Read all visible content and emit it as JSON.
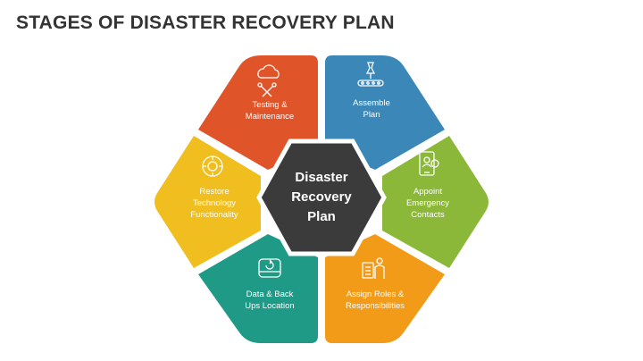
{
  "title": "STAGES OF DISASTER RECOVERY PLAN",
  "center": {
    "line1": "Disaster",
    "line2": "Recovery",
    "line3": "Plan",
    "color": "#3b3b3b"
  },
  "segments": [
    {
      "line1": "Testing &",
      "line2": "Maintenance",
      "line3": "",
      "color": "#e0542a",
      "icon": "gear-wrench-cloud-icon"
    },
    {
      "line1": "Assemble",
      "line2": "Plan",
      "line3": "",
      "color": "#3a87b8",
      "icon": "assembly-line-robot-icon"
    },
    {
      "line1": "Appoint",
      "line2": "Emergency",
      "line3": "Contacts",
      "color": "#8cb83a",
      "icon": "phone-contact-icon"
    },
    {
      "line1": "Assign Roles &",
      "line2": "Responsibilities",
      "line3": "",
      "color": "#f29b18",
      "icon": "person-checklist-icon"
    },
    {
      "line1": "Data & Back",
      "line2": "Ups Location",
      "line3": "",
      "color": "#1f9a87",
      "icon": "backup-drive-icon"
    },
    {
      "line1": "Restore",
      "line2": "Technology",
      "line3": "Functionality",
      "color": "#f0be1e",
      "icon": "restore-cog-icon"
    }
  ]
}
